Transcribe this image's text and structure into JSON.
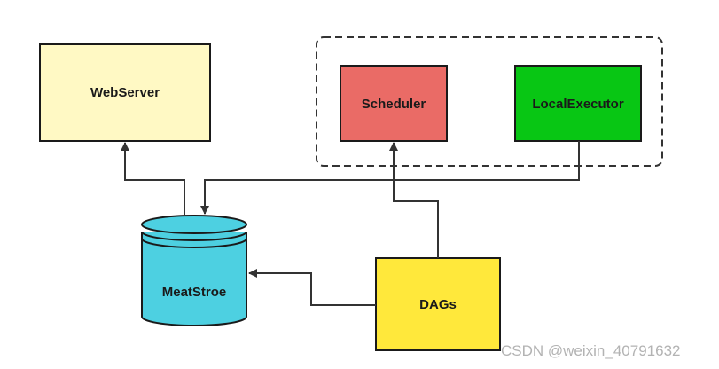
{
  "nodes": {
    "webserver": {
      "label": "WebServer",
      "fill": "#fff9c4"
    },
    "scheduler": {
      "label": "Scheduler",
      "fill": "#ea6b66"
    },
    "local_executor": {
      "label": "LocalExecutor",
      "fill": "#08c614"
    },
    "metastore": {
      "label": "MeatStroe",
      "fill": "#4dd0e1"
    },
    "dags": {
      "label": "DAGs",
      "fill": "#ffe83b"
    }
  },
  "colors": {
    "stroke": "#1a1a1a",
    "edge": "#333333"
  },
  "watermark": "CSDN @weixin_40791632"
}
